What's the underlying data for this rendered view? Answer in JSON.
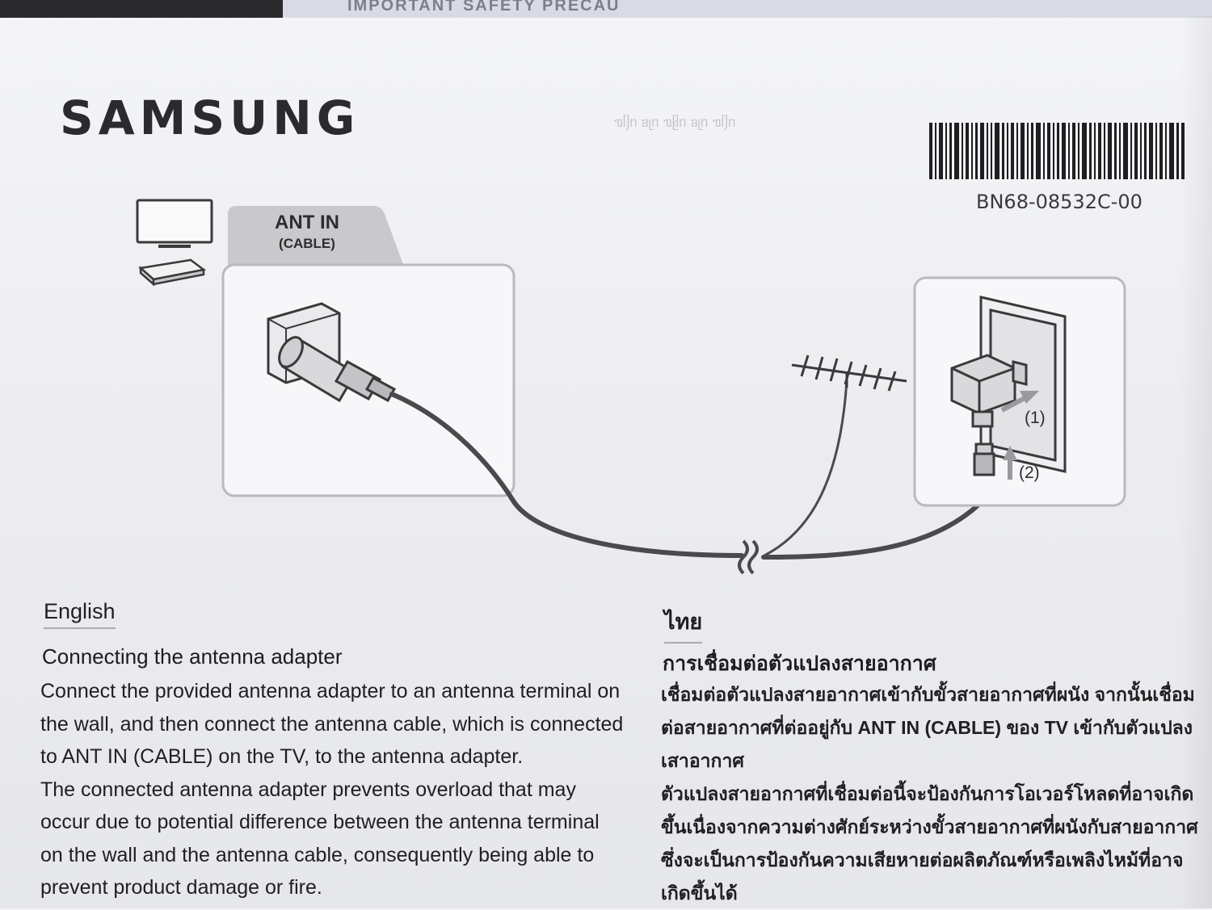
{
  "top_strip_text": "IMPORTANT SAFETY PRECAU",
  "brand": "SAMSUNG",
  "part_number": "BN68-08532C-00",
  "diagram": {
    "port_label_line1": "ANT IN",
    "port_label_line2": "(CABLE)",
    "step1_label": "(1)",
    "step2_label": "(2)"
  },
  "english": {
    "language": "English",
    "title": "Connecting the antenna adapter",
    "lines": [
      "Connect the provided antenna adapter to an antenna terminal on",
      "the wall, and then connect the antenna cable, which is connected",
      "to ANT IN (CABLE) on the TV, to the antenna adapter.",
      "The connected antenna adapter prevents overload that may",
      "occur due to potential difference between the antenna terminal",
      "on the wall and the antenna cable, consequently being able to",
      "prevent product damage or fire."
    ]
  },
  "thai": {
    "language": "ไทย",
    "title": "การเชื่อมต่อตัวแปลงสายอากาศ",
    "lines": [
      "เชื่อมต่อตัวแปลงสายอากาศเข้ากับขั้วสายอากาศที่ผนัง จากนั้นเชื่อม",
      "ต่อสายอากาศที่ต่ออยู่กับ ANT IN (CABLE) ของ TV เข้ากับตัวแปลง",
      "เสาอากาศ",
      "ตัวแปลงสายอากาศที่เชื่อมต่อนี้จะป้องกันการโอเวอร์โหลดที่อาจเกิด",
      "ขึ้นเนื่องจากความต่างศักย์ระหว่างขั้วสายอากาศที่ผนังกับสายอากาศ",
      "ซึ่งจะเป็นการป้องกันความเสียหายต่อผลิตภัณฑ์หรือเพลิงไหม้ที่อาจ",
      "เกิดขึ้นได้"
    ]
  }
}
